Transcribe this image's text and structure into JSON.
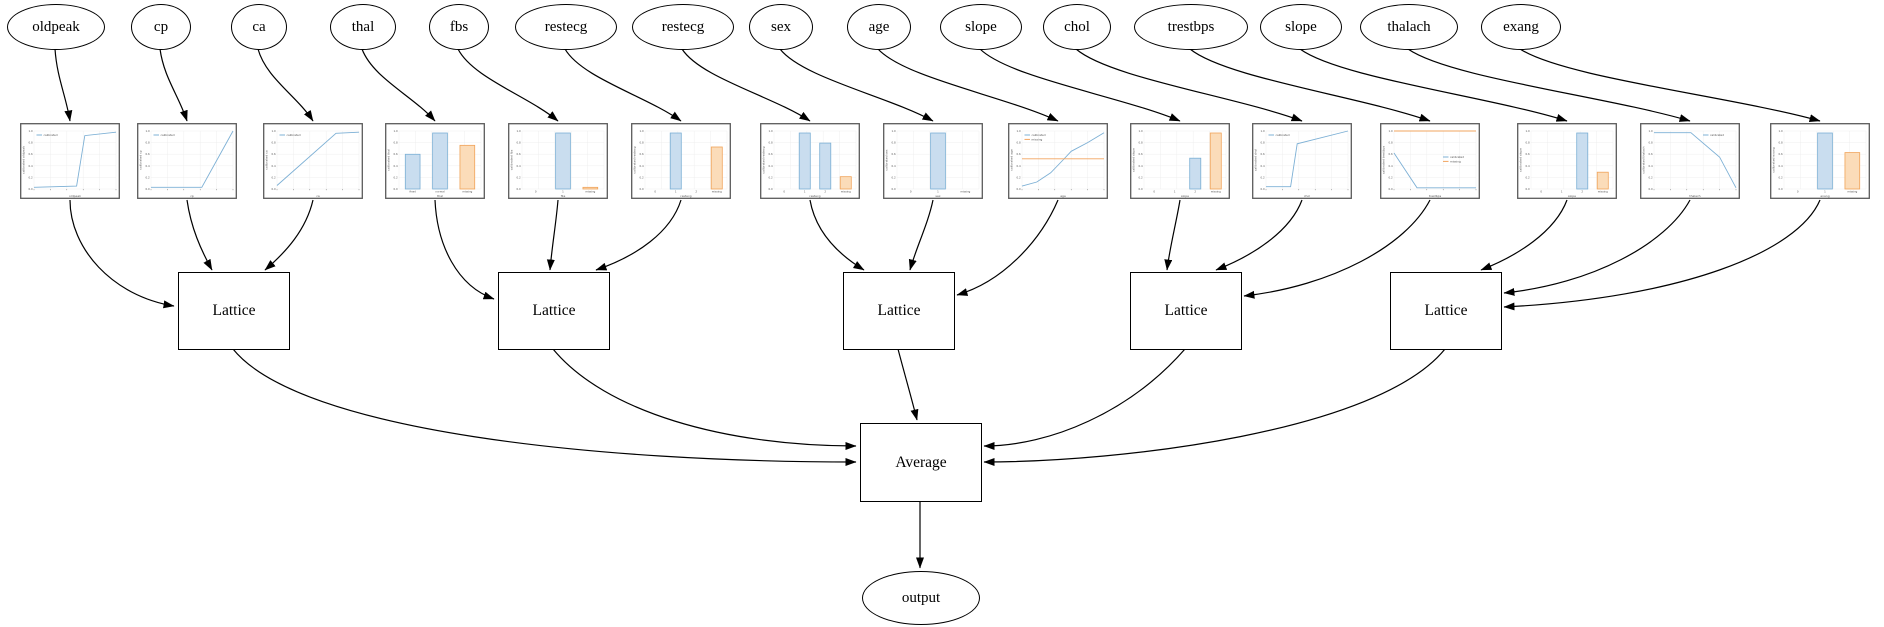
{
  "diagram": {
    "node_labels": {
      "lattice": "Lattice",
      "average": "Average",
      "output": "output"
    },
    "features": [
      "oldpeak",
      "cp",
      "ca",
      "thal",
      "fbs",
      "restecg",
      "restecg",
      "sex",
      "age",
      "slope",
      "chol",
      "trestbps",
      "slope",
      "thalach",
      "exang"
    ]
  },
  "colors": {
    "edge": "#000000",
    "node_border": "#000000",
    "node_fill": "#ffffff",
    "line_blue": "#7db0d5",
    "line_orange": "#f2a45f",
    "bar_blue_fill": "#c9ddef",
    "bar_blue_edge": "#7aafd4",
    "bar_orange_fill": "#fbdcb9",
    "bar_orange_edge": "#f0a359",
    "chart_frame": "#5a5a5a",
    "chart_grid": "#ebebeb",
    "chart_text": "#555555"
  },
  "chart_defaults": {
    "ytick_labels": [
      "1.0",
      "0.8",
      "0.6",
      "0.4",
      "0.2",
      "0.0"
    ]
  },
  "chart_data": [
    {
      "feature": "oldpeak",
      "type": "line",
      "ylabel": "calibrated oldpeak",
      "xlabel": "oldpeak",
      "legend": [
        "calibrated"
      ],
      "series": [
        {
          "name": "calibrated",
          "color": "blue",
          "points": [
            [
              0,
              0.03
            ],
            [
              0.52,
              0.05
            ],
            [
              0.62,
              0.92
            ],
            [
              1,
              0.98
            ]
          ]
        }
      ]
    },
    {
      "feature": "cp",
      "type": "line",
      "ylabel": "calibrated cp",
      "xlabel": "cp",
      "legend": [
        "calibrated"
      ],
      "series": [
        {
          "name": "calibrated",
          "color": "blue",
          "points": [
            [
              0,
              0.03
            ],
            [
              0.62,
              0.03
            ],
            [
              1,
              1.0
            ]
          ]
        }
      ]
    },
    {
      "feature": "ca",
      "type": "line",
      "ylabel": "calibrated ca",
      "xlabel": "ca",
      "legend": [
        "calibrated"
      ],
      "series": [
        {
          "name": "calibrated",
          "color": "blue",
          "points": [
            [
              0,
              0.06
            ],
            [
              0.72,
              0.96
            ],
            [
              1,
              0.98
            ]
          ]
        }
      ]
    },
    {
      "feature": "thal",
      "type": "bar",
      "ylabel": "calibrated thal",
      "xlabel": "thal",
      "categories": [
        "fixed",
        "normal",
        "missing"
      ],
      "values": [
        0.62,
        1.0,
        0.78
      ],
      "bar_colors": [
        "blue",
        "blue",
        "orange"
      ]
    },
    {
      "feature": "fbs",
      "type": "bar",
      "ylabel": "calibrated fbs",
      "xlabel": "fbs",
      "categories": [
        "0",
        "1",
        "missing"
      ],
      "values": [
        0,
        1.0,
        0.03
      ],
      "bar_colors": [
        "blue",
        "blue",
        "orange"
      ]
    },
    {
      "feature": "restecg",
      "type": "bar",
      "ylabel": "calibrated restecg",
      "xlabel": "restecg",
      "categories": [
        "0",
        "1",
        "2",
        "missing"
      ],
      "values": [
        0,
        1.0,
        0,
        0.75
      ],
      "bar_colors": [
        "blue",
        "blue",
        "blue",
        "orange"
      ]
    },
    {
      "feature": "restecg",
      "type": "bar",
      "ylabel": "calibrated restecg",
      "xlabel": "restecg",
      "categories": [
        "0",
        "1",
        "2",
        "missing"
      ],
      "values": [
        0,
        1.0,
        0.82,
        0.22
      ],
      "bar_colors": [
        "blue",
        "blue",
        "blue",
        "orange"
      ]
    },
    {
      "feature": "sex",
      "type": "bar",
      "ylabel": "calibrated sex",
      "xlabel": "sex",
      "categories": [
        "0",
        "1",
        "missing"
      ],
      "values": [
        0,
        1.0,
        0
      ],
      "bar_colors": [
        "blue",
        "blue",
        "orange"
      ]
    },
    {
      "feature": "age",
      "type": "line",
      "ylabel": "calibrated age",
      "xlabel": "age",
      "legend": [
        "calibrated",
        "missing"
      ],
      "series": [
        {
          "name": "calibrated",
          "color": "blue",
          "points": [
            [
              0,
              0.05
            ],
            [
              0.18,
              0.12
            ],
            [
              0.35,
              0.28
            ],
            [
              0.5,
              0.5
            ],
            [
              0.6,
              0.65
            ],
            [
              0.8,
              0.8
            ],
            [
              1,
              0.97
            ]
          ]
        },
        {
          "name": "missing",
          "color": "orange",
          "points": [
            [
              0,
              0.52
            ],
            [
              1,
              0.52
            ]
          ]
        }
      ]
    },
    {
      "feature": "slope",
      "type": "bar",
      "ylabel": "calibrated slope",
      "xlabel": "slope",
      "categories": [
        "0",
        "1",
        "2",
        "missing"
      ],
      "values": [
        0,
        0,
        0.55,
        1.0
      ],
      "bar_colors": [
        "blue",
        "blue",
        "blue",
        "orange"
      ]
    },
    {
      "feature": "chol",
      "type": "line",
      "ylabel": "calibrated chol",
      "xlabel": "chol",
      "legend": [
        "calibrated"
      ],
      "series": [
        {
          "name": "calibrated",
          "color": "blue",
          "points": [
            [
              0,
              0.04
            ],
            [
              0.3,
              0.04
            ],
            [
              0.38,
              0.78
            ],
            [
              1,
              1.0
            ]
          ]
        }
      ]
    },
    {
      "feature": "trestbps",
      "type": "line",
      "ylabel": "calibrated trestbps",
      "xlabel": "trestbps",
      "legend": [
        "calibrated",
        "missing"
      ],
      "series": [
        {
          "name": "calibrated",
          "color": "blue",
          "points": [
            [
              0,
              0.62
            ],
            [
              0.28,
              0.02
            ],
            [
              1,
              0.02
            ]
          ]
        },
        {
          "name": "missing",
          "color": "orange",
          "points": [
            [
              0,
              1.0
            ],
            [
              1,
              1.0
            ]
          ]
        }
      ]
    },
    {
      "feature": "slope",
      "type": "bar",
      "ylabel": "calibrated slope",
      "xlabel": "slope",
      "categories": [
        "0",
        "1",
        "2",
        "missing"
      ],
      "values": [
        0,
        0,
        1.0,
        0.3
      ],
      "bar_colors": [
        "blue",
        "blue",
        "blue",
        "orange"
      ]
    },
    {
      "feature": "thalach",
      "type": "line",
      "ylabel": "calibrated thalach",
      "xlabel": "thalach",
      "legend": [
        "calibrated"
      ],
      "series": [
        {
          "name": "calibrated",
          "color": "blue",
          "points": [
            [
              0,
              0.97
            ],
            [
              0.45,
              0.97
            ],
            [
              0.8,
              0.55
            ],
            [
              1,
              0.02
            ]
          ]
        }
      ]
    },
    {
      "feature": "exang",
      "type": "bar",
      "ylabel": "calibrated exang",
      "xlabel": "exang",
      "categories": [
        "0",
        "1",
        "missing"
      ],
      "values": [
        0,
        1.0,
        0.65
      ],
      "bar_colors": [
        "blue",
        "blue",
        "orange"
      ]
    }
  ]
}
